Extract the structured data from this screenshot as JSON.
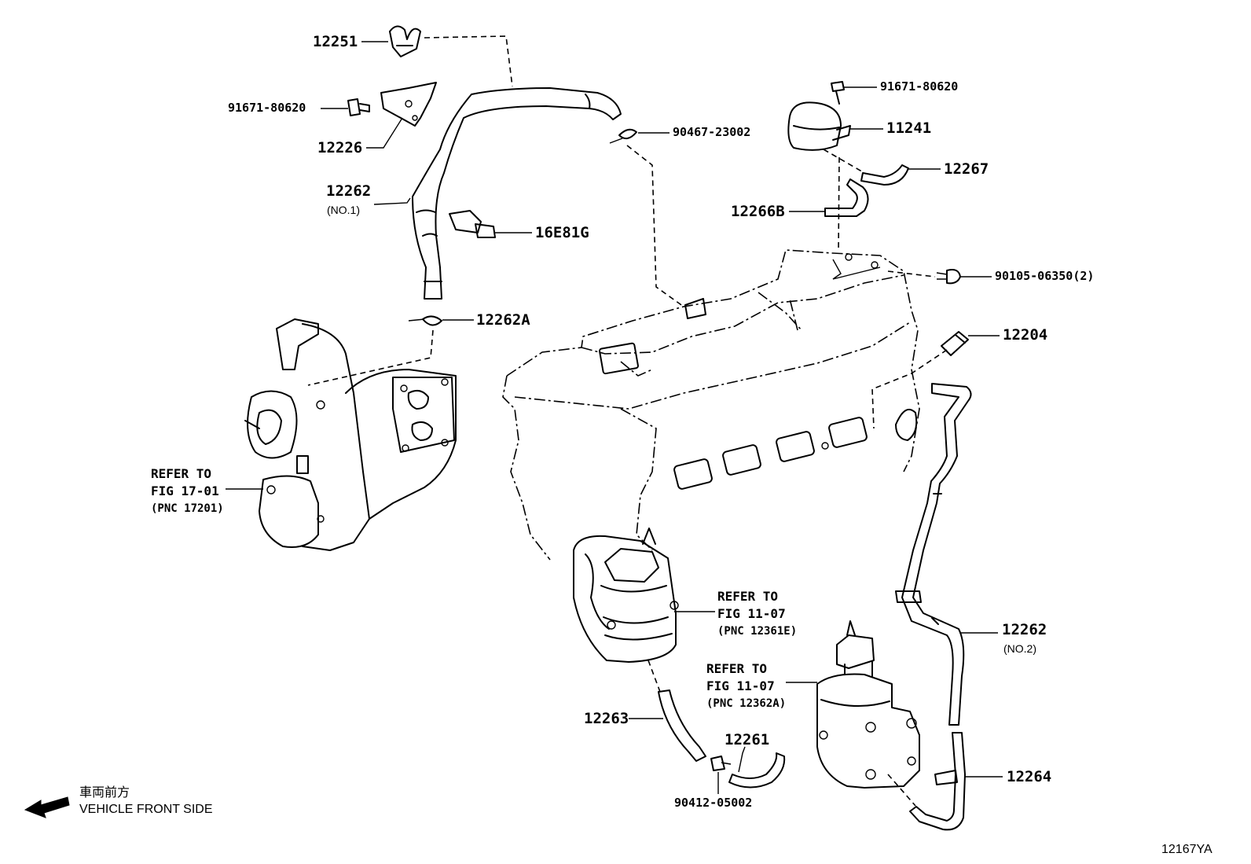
{
  "parts": [
    {
      "id": "p12251",
      "text": "12251"
    },
    {
      "id": "p91671a",
      "text": "91671-80620"
    },
    {
      "id": "p12226",
      "text": "12226"
    },
    {
      "id": "p12262",
      "text": "12262"
    },
    {
      "id": "p12262_no1",
      "text": "(NO.1)"
    },
    {
      "id": "p90467",
      "text": "90467-23002"
    },
    {
      "id": "p16e81g",
      "text": "16E81G"
    },
    {
      "id": "p12262a",
      "text": "12262A"
    },
    {
      "id": "p91671b",
      "text": "91671-80620"
    },
    {
      "id": "p11241",
      "text": "11241"
    },
    {
      "id": "p12267",
      "text": "12267"
    },
    {
      "id": "p12266b",
      "text": "12266B"
    },
    {
      "id": "p90105",
      "text": "90105-06350(2)"
    },
    {
      "id": "p12204",
      "text": "12204"
    },
    {
      "id": "p12262_2",
      "text": "12262"
    },
    {
      "id": "p12262_no2",
      "text": "(NO.2)"
    },
    {
      "id": "p12263",
      "text": "12263"
    },
    {
      "id": "p12261",
      "text": "12261"
    },
    {
      "id": "p90412",
      "text": "90412-05002"
    },
    {
      "id": "p12264",
      "text": "12264"
    }
  ],
  "references": [
    {
      "id": "ref_turbo",
      "line1": "REFER TO",
      "line2": "FIG 17-01",
      "line3": "(PNC 17201)"
    },
    {
      "id": "ref_mount_upper",
      "line1": "REFER TO",
      "line2": "FIG 11-07",
      "line3": "(PNC 12361E)"
    },
    {
      "id": "ref_mount_lower",
      "line1": "REFER TO",
      "line2": "FIG 11-07",
      "line3": "(PNC 12362A)"
    }
  ],
  "front_indicator": {
    "jp": "車両前方",
    "en": "VEHICLE FRONT SIDE"
  },
  "diagram_code": "12167YA"
}
